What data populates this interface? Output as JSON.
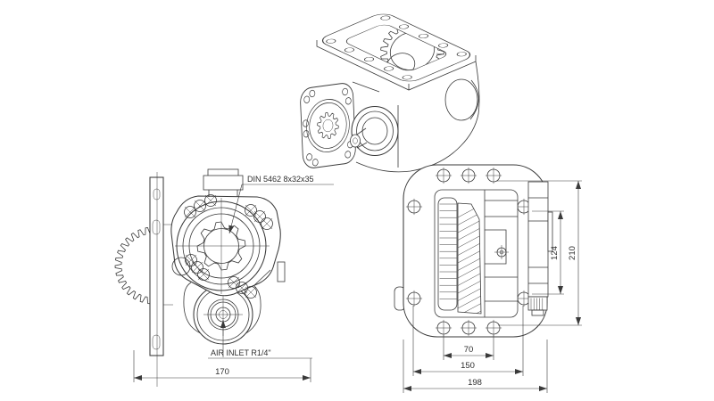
{
  "drawing": {
    "background": "#ffffff",
    "line_color": "#3a3a3a"
  },
  "side_view": {
    "spline_label": "DIN 5462 8x32x35",
    "air_inlet_label": "AIR INLET R1/4\"",
    "dim_width": "170"
  },
  "top_view": {
    "dim_bolt_pitch": "70",
    "dim_bolt_span": "150",
    "dim_total_width": "198",
    "dim_bolt_height": "124",
    "dim_total_height": "210"
  }
}
